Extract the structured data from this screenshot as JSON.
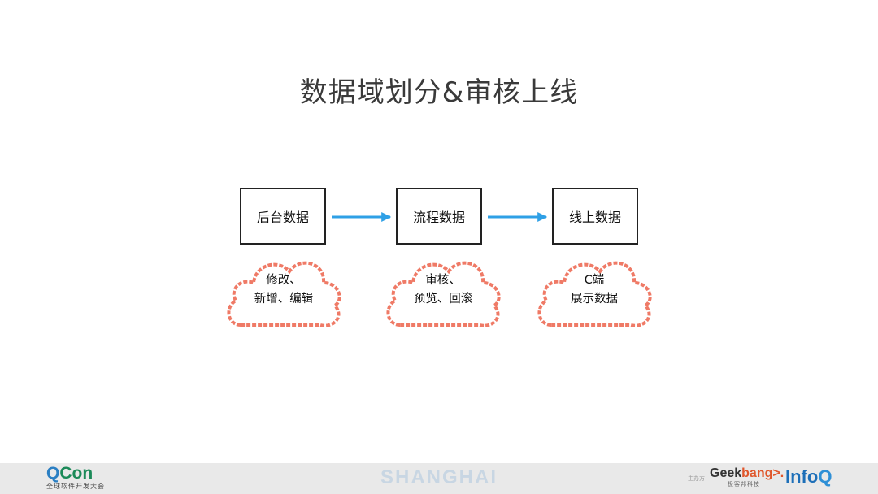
{
  "slide": {
    "title": "数据域划分&审核上线"
  },
  "flow": {
    "nodes": [
      {
        "label": "后台数据",
        "cloud": [
          "修改、",
          "新增、编辑"
        ]
      },
      {
        "label": "流程数据",
        "cloud": [
          "审核、",
          "预览、回滚"
        ]
      },
      {
        "label": "线上数据",
        "cloud": [
          "C端",
          "展示数据"
        ]
      }
    ],
    "arrow_color": "#2fa0e6",
    "cloud_color": "#ef7a66"
  },
  "footer": {
    "qcon_logo_q": "Q",
    "qcon_logo_rest": "Con",
    "qcon_tagline": "全球软件开发大会",
    "city": "SHANGHAI",
    "sponsor_label": "主办方",
    "geek_logo_a": "Geek",
    "geek_logo_b": "bang",
    "geek_logo_c": ">.",
    "geek_tagline": "极客邦科技",
    "infoq_a": "Info",
    "infoq_b": "Q"
  }
}
